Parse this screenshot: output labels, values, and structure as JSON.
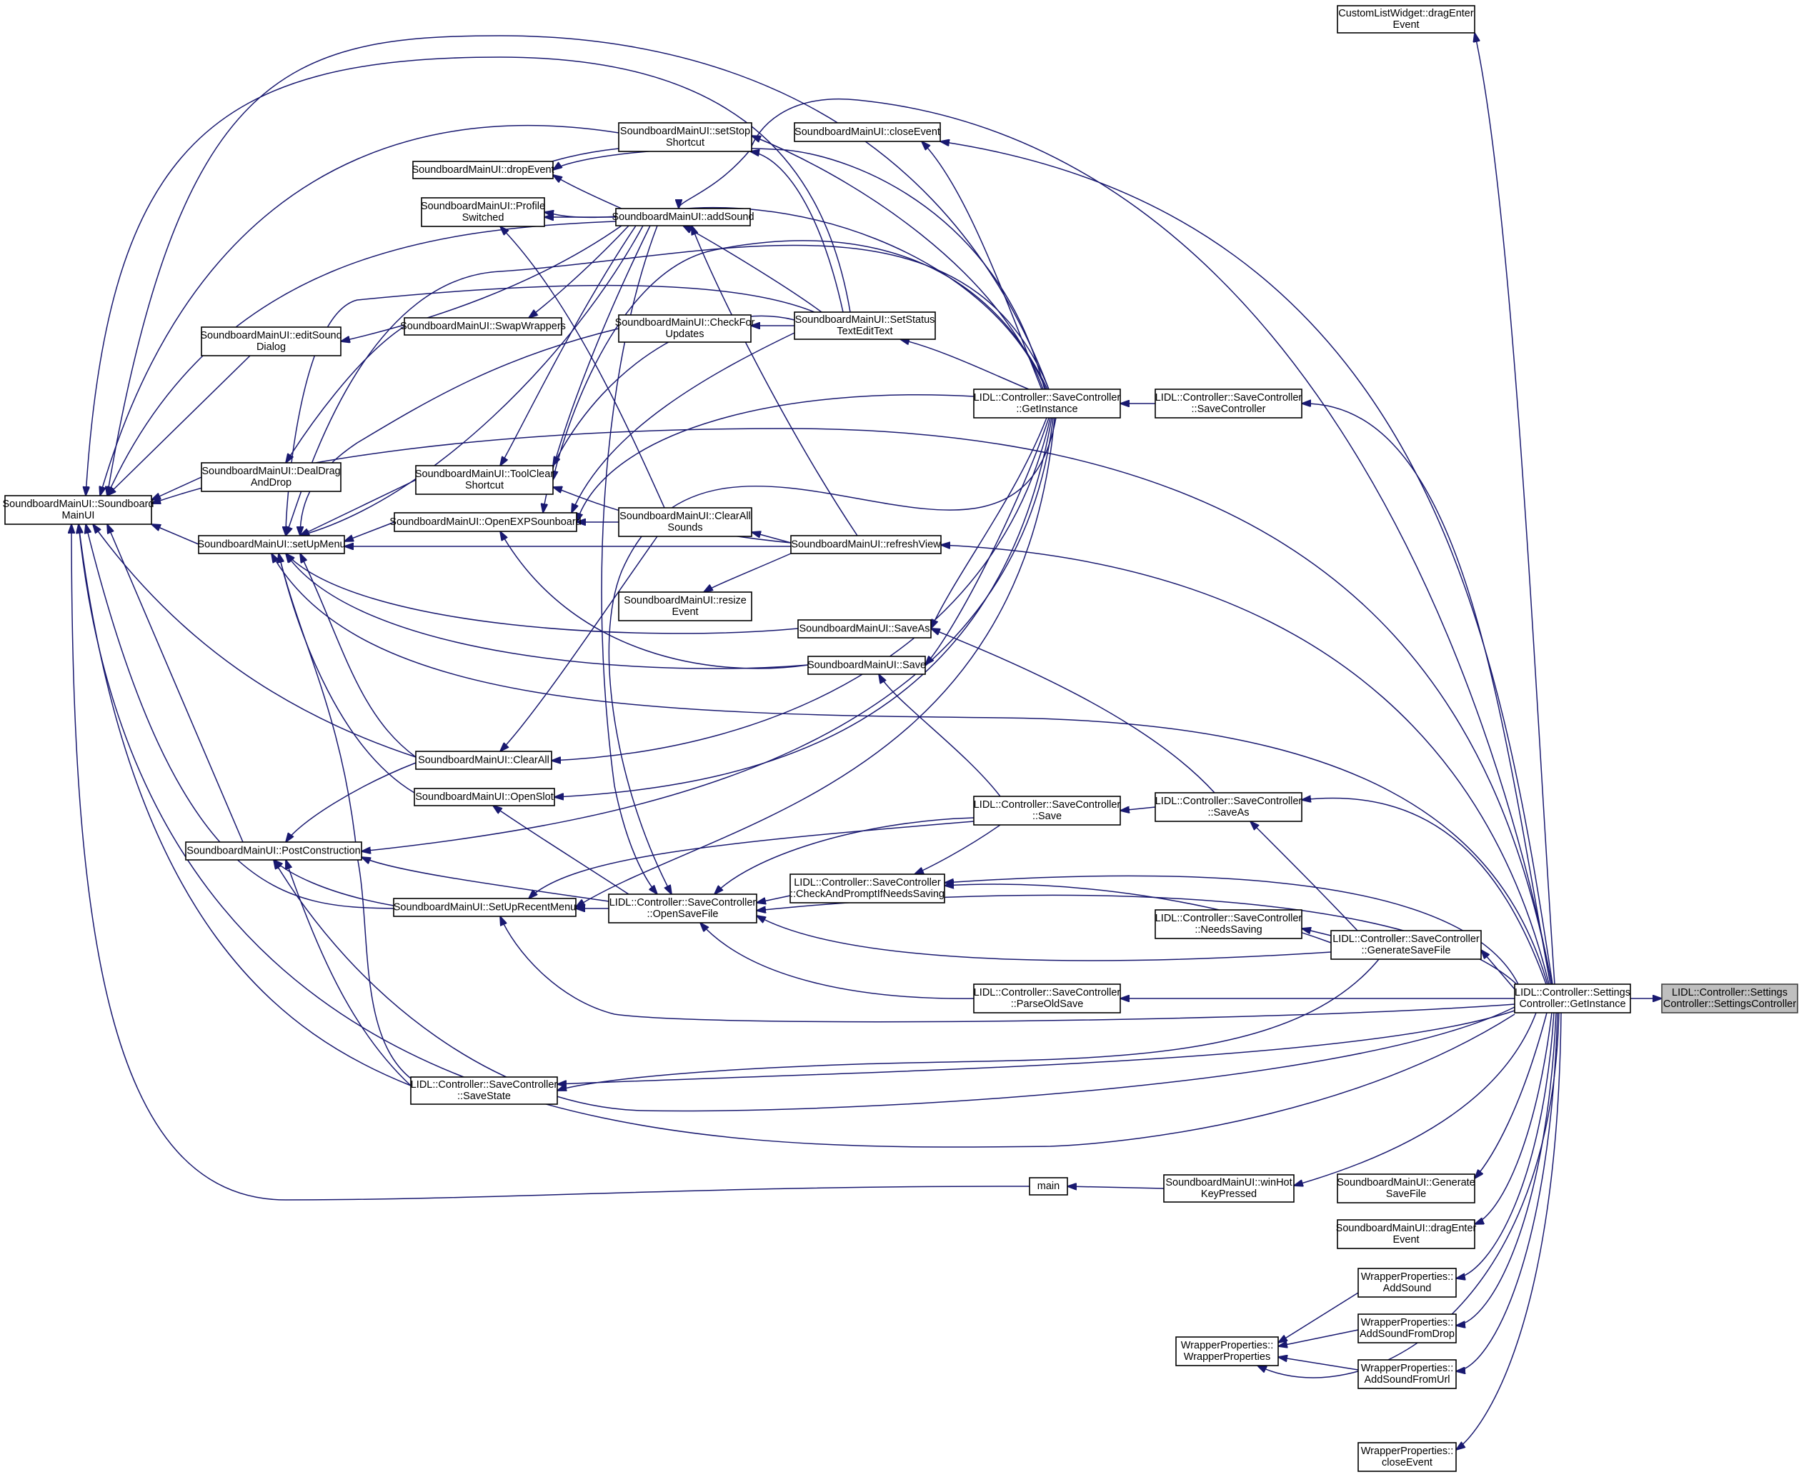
{
  "diagram": {
    "type": "caller-graph",
    "colors": {
      "edge": "#191970",
      "node_border": "#000000",
      "node_fill": "#ffffff",
      "root_fill": "#bfbfbf"
    },
    "nodes": [
      {
        "id": "root",
        "lines": [
          "LIDL::Controller::Settings",
          "Controller::SettingsController"
        ],
        "root": true
      },
      {
        "id": "sc_getinst",
        "lines": [
          "LIDL::Controller::Settings",
          "Controller::GetInstance"
        ]
      },
      {
        "id": "clw_dragenter",
        "lines": [
          "CustomListWidget::dragEnter",
          "Event"
        ]
      },
      {
        "id": "sm_closeevent",
        "lines": [
          "SoundboardMainUI::closeEvent"
        ]
      },
      {
        "id": "save_getinst",
        "lines": [
          "LIDL::Controller::SaveController",
          "::GetInstance"
        ]
      },
      {
        "id": "save_ctor",
        "lines": [
          "LIDL::Controller::SaveController",
          "::SaveController"
        ]
      },
      {
        "id": "setstatus",
        "lines": [
          "SoundboardMainUI::SetStatus",
          "TextEditText"
        ]
      },
      {
        "id": "setstop",
        "lines": [
          "SoundboardMainUI::setStop",
          "Shortcut"
        ]
      },
      {
        "id": "dropevent",
        "lines": [
          "SoundboardMainUI::dropEvent"
        ]
      },
      {
        "id": "profile",
        "lines": [
          "SoundboardMainUI::Profile",
          "Switched"
        ]
      },
      {
        "id": "addsound",
        "lines": [
          "SoundboardMainUI::addSound"
        ]
      },
      {
        "id": "swap",
        "lines": [
          "SoundboardMainUI::SwapWrappers"
        ]
      },
      {
        "id": "checkfor",
        "lines": [
          "SoundboardMainUI::CheckFor",
          "Updates"
        ]
      },
      {
        "id": "editsound",
        "lines": [
          "SoundboardMainUI::editSound",
          "Dialog"
        ]
      },
      {
        "id": "dealdrag",
        "lines": [
          "SoundboardMainUI::DealDrag",
          "AndDrop"
        ]
      },
      {
        "id": "toolclear",
        "lines": [
          "SoundboardMainUI::ToolClear",
          "Shortcut"
        ]
      },
      {
        "id": "smui",
        "lines": [
          "SoundboardMainUI::Soundboard",
          "MainUI"
        ]
      },
      {
        "id": "openexp",
        "lines": [
          "SoundboardMainUI::OpenEXPSounboard"
        ]
      },
      {
        "id": "clearallsounds",
        "lines": [
          "SoundboardMainUI::ClearAll",
          "Sounds"
        ]
      },
      {
        "id": "setupmenu",
        "lines": [
          "SoundboardMainUI::setUpMenu"
        ]
      },
      {
        "id": "refresh",
        "lines": [
          "SoundboardMainUI::refreshView"
        ]
      },
      {
        "id": "resize",
        "lines": [
          "SoundboardMainUI::resize",
          "Event"
        ]
      },
      {
        "id": "saveas_ui",
        "lines": [
          "SoundboardMainUI::SaveAs"
        ]
      },
      {
        "id": "save_ui",
        "lines": [
          "SoundboardMainUI::Save"
        ]
      },
      {
        "id": "clearall",
        "lines": [
          "SoundboardMainUI::ClearAll"
        ]
      },
      {
        "id": "openslot",
        "lines": [
          "SoundboardMainUI::OpenSlot"
        ]
      },
      {
        "id": "save_ctrl",
        "lines": [
          "LIDL::Controller::SaveController",
          "::Save"
        ]
      },
      {
        "id": "saveas_ctrl",
        "lines": [
          "LIDL::Controller::SaveController",
          "::SaveAs"
        ]
      },
      {
        "id": "postcons",
        "lines": [
          "SoundboardMainUI::PostConstruction"
        ]
      },
      {
        "id": "checkprompt",
        "lines": [
          "LIDL::Controller::SaveController",
          "::CheckAndPromptIfNeedsSaving"
        ]
      },
      {
        "id": "setuprecent",
        "lines": [
          "SoundboardMainUI::SetUpRecentMenu"
        ]
      },
      {
        "id": "opensavefile",
        "lines": [
          "LIDL::Controller::SaveController",
          "::OpenSaveFile"
        ]
      },
      {
        "id": "needssaving",
        "lines": [
          "LIDL::Controller::SaveController",
          "::NeedsSaving"
        ]
      },
      {
        "id": "gensave_ctrl",
        "lines": [
          "LIDL::Controller::SaveController",
          "::GenerateSaveFile"
        ]
      },
      {
        "id": "parseold",
        "lines": [
          "LIDL::Controller::SaveController",
          "::ParseOldSave"
        ]
      },
      {
        "id": "savestate",
        "lines": [
          "LIDL::Controller::SaveController",
          "::SaveState"
        ]
      },
      {
        "id": "main",
        "lines": [
          "main"
        ]
      },
      {
        "id": "winhot",
        "lines": [
          "SoundboardMainUI::winHot",
          "KeyPressed"
        ]
      },
      {
        "id": "gensave_ui",
        "lines": [
          "SoundboardMainUI::Generate",
          "SaveFile"
        ]
      },
      {
        "id": "sm_dragenter",
        "lines": [
          "SoundboardMainUI::dragEnter",
          "Event"
        ]
      },
      {
        "id": "wp_addsound",
        "lines": [
          "WrapperProperties::",
          "AddSound"
        ]
      },
      {
        "id": "wp_addsounddrop",
        "lines": [
          "WrapperProperties::",
          "AddSoundFromDrop"
        ]
      },
      {
        "id": "wp_addsoundurl",
        "lines": [
          "WrapperProperties::",
          "AddSoundFromUrl"
        ]
      },
      {
        "id": "wp_ctor",
        "lines": [
          "WrapperProperties::",
          "WrapperProperties"
        ]
      },
      {
        "id": "wp_close",
        "lines": [
          "WrapperProperties::",
          "closeEvent"
        ]
      }
    ]
  }
}
